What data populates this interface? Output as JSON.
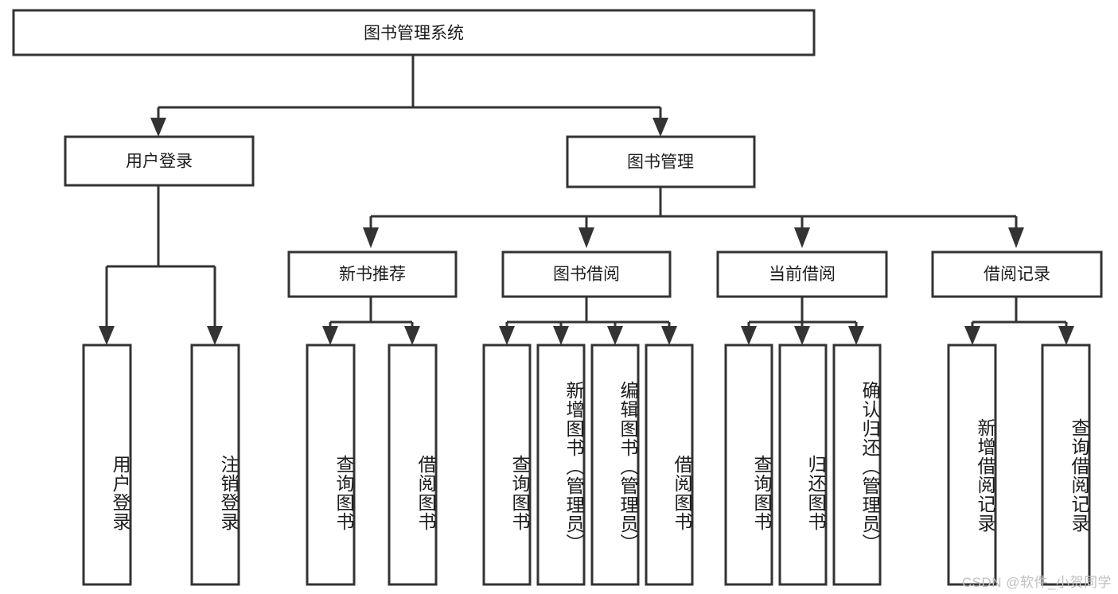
{
  "diagram": {
    "title": "图书管理系统",
    "type": "tree-hierarchy",
    "root": {
      "label": "图书管理系统"
    },
    "level2": [
      {
        "label": "用户登录"
      },
      {
        "label": "图书管理"
      }
    ],
    "level3": [
      {
        "label": "新书推荐"
      },
      {
        "label": "图书借阅"
      },
      {
        "label": "当前借阅"
      },
      {
        "label": "借阅记录"
      }
    ],
    "leaves": {
      "user_login": [
        {
          "label": "用户登录"
        },
        {
          "label": "注销登录"
        }
      ],
      "new_book_recommend": [
        {
          "label": "查询图书"
        },
        {
          "label": "借阅图书"
        }
      ],
      "book_borrow": [
        {
          "label": "查询图书"
        },
        {
          "label": "新增图书（管理员）"
        },
        {
          "label": "编辑图书（管理员）"
        },
        {
          "label": "借阅图书"
        }
      ],
      "current_borrow": [
        {
          "label": "查询图书"
        },
        {
          "label": "归还图书"
        },
        {
          "label": "确认归还（管理员）"
        }
      ],
      "borrow_record": [
        {
          "label": "新增借阅记录"
        },
        {
          "label": "查询借阅记录"
        }
      ]
    }
  },
  "watermark": {
    "text": "CSDN @软件_小贺同学"
  },
  "colors": {
    "stroke": "#333333",
    "box_fill": "#ffffff",
    "text": "#1c1c1c",
    "watermark": "#bfbfbf",
    "background": "#ffffff"
  }
}
